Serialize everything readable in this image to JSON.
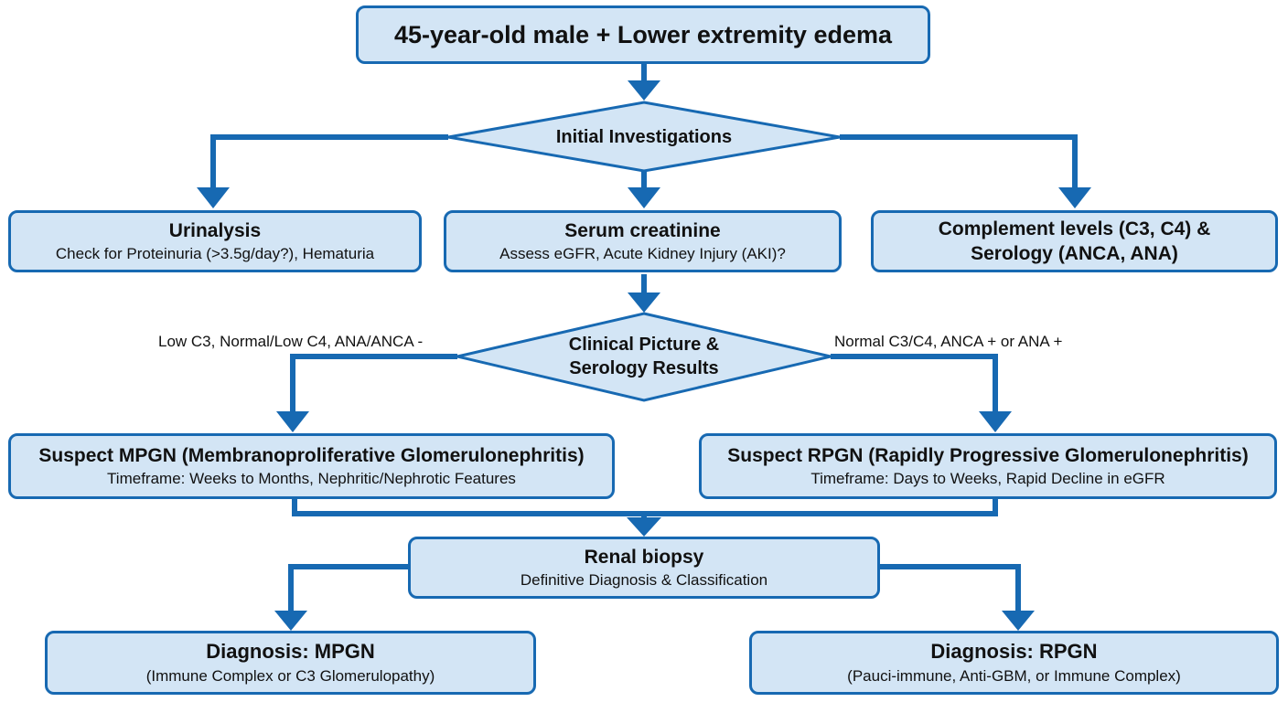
{
  "flowchart": {
    "start": {
      "title": "45-year-old male + Lower extremity edema"
    },
    "initial": {
      "label": "Initial Investigations"
    },
    "urinalysis": {
      "title": "Urinalysis",
      "sub": "Check for Proteinuria (>3.5g/day?), Hematuria"
    },
    "creatinine": {
      "title": "Serum creatinine",
      "sub": "Assess eGFR, Acute Kidney Injury (AKI)?"
    },
    "complement": {
      "title_line1": "Complement levels (C3, C4) &",
      "title_line2": "Serology (ANCA, ANA)"
    },
    "clinical": {
      "line1": "Clinical Picture &",
      "line2": "Serology Results"
    },
    "left_condition": "Low C3, Normal/Low C4, ANA/ANCA -",
    "right_condition": "Normal C3/C4, ANCA + or ANA +",
    "mpgn": {
      "title": "Suspect MPGN (Membranoproliferative Glomerulonephritis)",
      "sub": "Timeframe: Weeks to Months, Nephritic/Nephrotic Features"
    },
    "rpgn": {
      "title": "Suspect RPGN (Rapidly Progressive Glomerulonephritis)",
      "sub": "Timeframe: Days to Weeks, Rapid Decline in eGFR"
    },
    "biopsy": {
      "title": "Renal biopsy",
      "sub": "Definitive Diagnosis & Classification"
    },
    "dx_mpgn": {
      "title": "Diagnosis: MPGN",
      "sub": "(Immune Complex or C3 Glomerulopathy)"
    },
    "dx_rpgn": {
      "title": "Diagnosis: RPGN",
      "sub": "(Pauci-immune, Anti-GBM, or Immune Complex)"
    }
  },
  "colors": {
    "node_fill": "#d3e5f5",
    "stroke": "#1769b2"
  }
}
